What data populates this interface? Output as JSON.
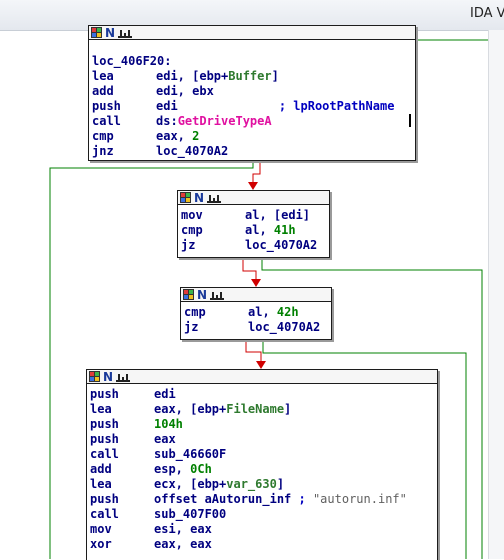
{
  "app": {
    "title": "IDA V"
  },
  "blocks": [
    {
      "id": "b1",
      "lines": [
        {
          "parts": [
            {
              "c": "label",
              "t": "loc_406F20:"
            }
          ]
        },
        {
          "op": "lea",
          "parts": [
            {
              "c": "opr",
              "t": "edi, [ebp+"
            },
            {
              "c": "var",
              "t": "Buffer"
            },
            {
              "c": "opr",
              "t": "]"
            }
          ]
        },
        {
          "op": "add",
          "parts": [
            {
              "c": "opr",
              "t": "edi, ebx"
            }
          ]
        },
        {
          "op": "push",
          "parts": [
            {
              "c": "opr",
              "t": "edi              "
            },
            {
              "c": "cmt",
              "t": "; lpRootPathName"
            }
          ]
        },
        {
          "op": "call",
          "parts": [
            {
              "c": "opr",
              "t": "ds:"
            },
            {
              "c": "api",
              "t": "GetDriveTypeA"
            }
          ]
        },
        {
          "op": "cmp",
          "parts": [
            {
              "c": "opr",
              "t": "eax, "
            },
            {
              "c": "num",
              "t": "2"
            }
          ]
        },
        {
          "op": "jnz",
          "parts": [
            {
              "c": "opr",
              "t": "loc_4070A2"
            }
          ]
        }
      ]
    },
    {
      "id": "b2",
      "lines": [
        {
          "op": "mov",
          "parts": [
            {
              "c": "opr",
              "t": "al, [edi]"
            }
          ]
        },
        {
          "op": "cmp",
          "parts": [
            {
              "c": "opr",
              "t": "al, "
            },
            {
              "c": "num",
              "t": "41h"
            }
          ]
        },
        {
          "op": "jz",
          "parts": [
            {
              "c": "opr",
              "t": "loc_4070A2"
            }
          ]
        }
      ]
    },
    {
      "id": "b3",
      "lines": [
        {
          "op": "cmp",
          "parts": [
            {
              "c": "opr",
              "t": "al, "
            },
            {
              "c": "num",
              "t": "42h"
            }
          ]
        },
        {
          "op": "jz",
          "parts": [
            {
              "c": "opr",
              "t": "loc_4070A2"
            }
          ]
        }
      ]
    },
    {
      "id": "b4",
      "lines": [
        {
          "op": "push",
          "parts": [
            {
              "c": "opr",
              "t": "edi"
            }
          ]
        },
        {
          "op": "lea",
          "parts": [
            {
              "c": "opr",
              "t": "eax, [ebp+"
            },
            {
              "c": "var",
              "t": "FileName"
            },
            {
              "c": "opr",
              "t": "]"
            }
          ]
        },
        {
          "op": "push",
          "parts": [
            {
              "c": "num",
              "t": "104h"
            }
          ]
        },
        {
          "op": "push",
          "parts": [
            {
              "c": "opr",
              "t": "eax"
            }
          ]
        },
        {
          "op": "call",
          "parts": [
            {
              "c": "opr",
              "t": "sub_46660F"
            }
          ]
        },
        {
          "op": "add",
          "parts": [
            {
              "c": "opr",
              "t": "esp, "
            },
            {
              "c": "num",
              "t": "0Ch"
            }
          ]
        },
        {
          "op": "lea",
          "parts": [
            {
              "c": "opr",
              "t": "ecx, [ebp+"
            },
            {
              "c": "var",
              "t": "var_630"
            },
            {
              "c": "opr",
              "t": "]"
            }
          ]
        },
        {
          "op": "push",
          "parts": [
            {
              "c": "opr",
              "t": "offset aAutorun_inf "
            },
            {
              "c": "cmt",
              "t": "; "
            },
            {
              "c": "str",
              "t": "\"autorun.inf\""
            }
          ]
        },
        {
          "op": "call",
          "parts": [
            {
              "c": "opr",
              "t": "sub_407F00"
            }
          ]
        },
        {
          "op": "mov",
          "parts": [
            {
              "c": "opr",
              "t": "esi, eax"
            }
          ]
        },
        {
          "op": "xor",
          "parts": [
            {
              "c": "opr",
              "t": "eax, eax"
            }
          ]
        }
      ]
    }
  ],
  "colors": {
    "edge_true": "#008000",
    "edge_false": "#d00000"
  }
}
